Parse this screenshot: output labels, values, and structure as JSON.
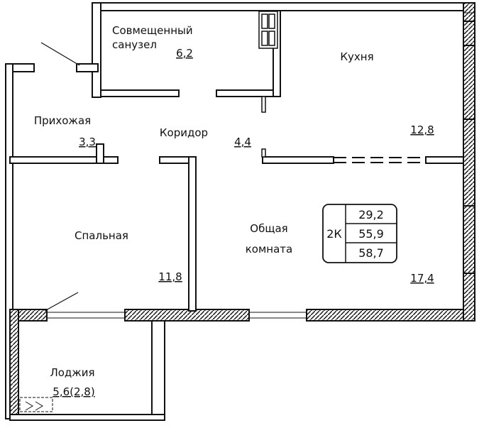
{
  "rooms": {
    "bathroom": {
      "name_line1": "Совмещенный",
      "name_line2": "санузел",
      "area": "6,2"
    },
    "kitchen": {
      "name": "Кухня",
      "area": "12,8"
    },
    "hall": {
      "name": "Прихожая",
      "area": "3,3"
    },
    "corridor": {
      "name": "Коридор",
      "area": "4,4"
    },
    "bedroom": {
      "name": "Спальная",
      "area": "11,8"
    },
    "living": {
      "name_line1": "Общая",
      "name_line2": "комната",
      "area": "17,4"
    },
    "loggia": {
      "name": "Лоджия",
      "area": "5,6(2,8)"
    }
  },
  "summary": {
    "type": "2К",
    "living_area": "29,2",
    "total_area": "55,9",
    "total_with_loggia": "58,7"
  },
  "colors": {
    "wall": "#111111",
    "background": "#ffffff"
  }
}
